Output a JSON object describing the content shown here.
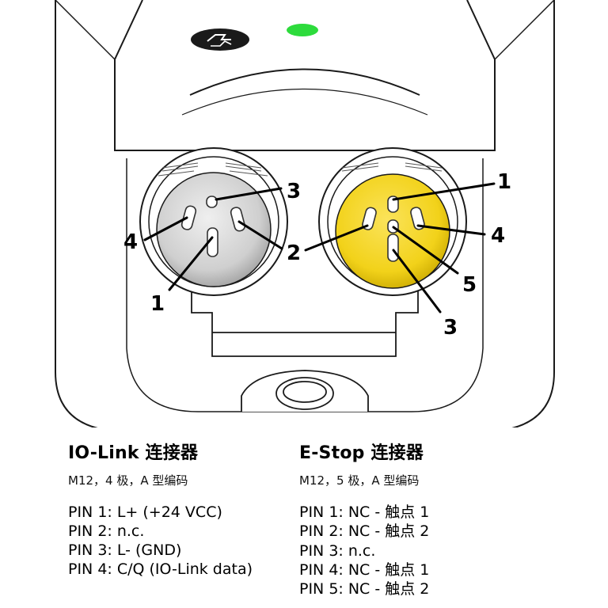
{
  "callouts": {
    "iolink": [
      "1",
      "2",
      "3",
      "4"
    ],
    "estop": [
      "1",
      "2",
      "3",
      "4",
      "5"
    ]
  },
  "left": {
    "title": "IO-Link 连接器",
    "subtitle": "M12，4 极，A 型编码",
    "pins": [
      "PIN 1: L+ (+24 VCC)",
      "PIN 2: n.c.",
      "PIN 3: L- (GND)",
      "PIN 4: C/Q (IO-Link data)"
    ]
  },
  "right": {
    "title": "E-Stop 连接器",
    "subtitle": "M12，5 极，A 型编码",
    "pins": [
      "PIN 1: NC - 触点 1",
      "PIN 2: NC - 触点 2",
      "PIN 3: n.c.",
      "PIN 4: NC - 触点 1",
      "PIN 5: NC - 触点 2"
    ]
  },
  "colors": {
    "estop_connector": "#f2d21a",
    "iolink_connector": "#c8c8c8",
    "status_led": "#2ddb3c",
    "outline": "#1a1a1a"
  },
  "icons": [
    "logo-badge-icon",
    "status-led-icon",
    "mounting-hole-icon"
  ]
}
